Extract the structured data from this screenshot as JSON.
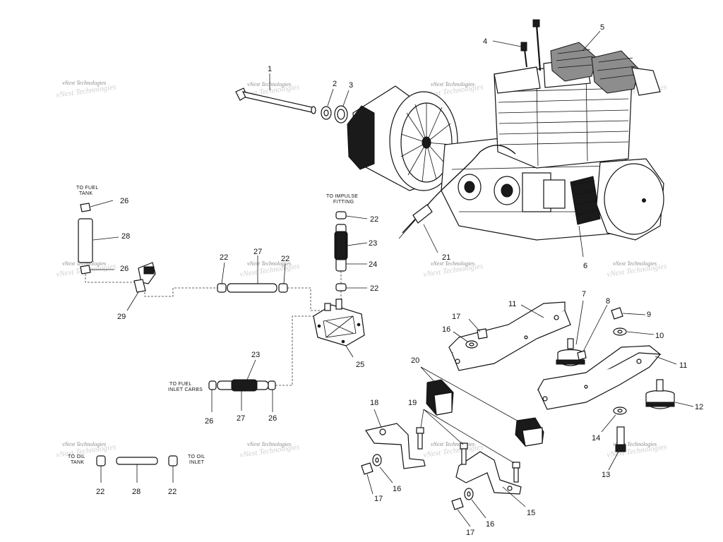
{
  "callouts": [
    {
      "id": "c1",
      "text": "1"
    },
    {
      "id": "c2",
      "text": "2"
    },
    {
      "id": "c3",
      "text": "3"
    },
    {
      "id": "c4",
      "text": "4"
    },
    {
      "id": "c5",
      "text": "5"
    },
    {
      "id": "c6",
      "text": "6"
    },
    {
      "id": "c7",
      "text": "7"
    },
    {
      "id": "c8",
      "text": "8"
    },
    {
      "id": "c9",
      "text": "9"
    },
    {
      "id": "c10",
      "text": "10"
    },
    {
      "id": "c11a",
      "text": "11"
    },
    {
      "id": "c11b",
      "text": "11"
    },
    {
      "id": "c12",
      "text": "12"
    },
    {
      "id": "c13",
      "text": "13"
    },
    {
      "id": "c14",
      "text": "14"
    },
    {
      "id": "c15",
      "text": "15"
    },
    {
      "id": "c16a",
      "text": "16"
    },
    {
      "id": "c16b",
      "text": "16"
    },
    {
      "id": "c16c",
      "text": "16"
    },
    {
      "id": "c17a",
      "text": "17"
    },
    {
      "id": "c17b",
      "text": "17"
    },
    {
      "id": "c17c",
      "text": "17"
    },
    {
      "id": "c18",
      "text": "18"
    },
    {
      "id": "c19",
      "text": "19"
    },
    {
      "id": "c20",
      "text": "20"
    },
    {
      "id": "c21",
      "text": "21"
    },
    {
      "id": "c22a",
      "text": "22"
    },
    {
      "id": "c22b",
      "text": "22"
    },
    {
      "id": "c22c",
      "text": "22"
    },
    {
      "id": "c22d",
      "text": "22"
    },
    {
      "id": "c22e",
      "text": "22"
    },
    {
      "id": "c22f",
      "text": "22"
    },
    {
      "id": "c23a",
      "text": "23"
    },
    {
      "id": "c23b",
      "text": "23"
    },
    {
      "id": "c24",
      "text": "24"
    },
    {
      "id": "c25",
      "text": "25"
    },
    {
      "id": "c26a",
      "text": "26"
    },
    {
      "id": "c26b",
      "text": "26"
    },
    {
      "id": "c26c",
      "text": "26"
    },
    {
      "id": "c26d",
      "text": "26"
    },
    {
      "id": "c27a",
      "text": "27"
    },
    {
      "id": "c27b",
      "text": "27"
    },
    {
      "id": "c28a",
      "text": "28"
    },
    {
      "id": "c28b",
      "text": "28"
    },
    {
      "id": "c29",
      "text": "29"
    }
  ],
  "notes": {
    "to_fuel_tank": [
      "TO FUEL",
      "TANK"
    ],
    "to_impulse_fitting": [
      "TO IMPULSE",
      "FITTING"
    ],
    "to_fuel_inlet_carbs": [
      "TO FUEL",
      "INLET CARBS"
    ],
    "to_oil_tank": [
      "TO OIL",
      "TANK"
    ],
    "to_oil_inlet": [
      "TO OIL",
      "INLET"
    ]
  },
  "watermark": "vNext Technologies"
}
